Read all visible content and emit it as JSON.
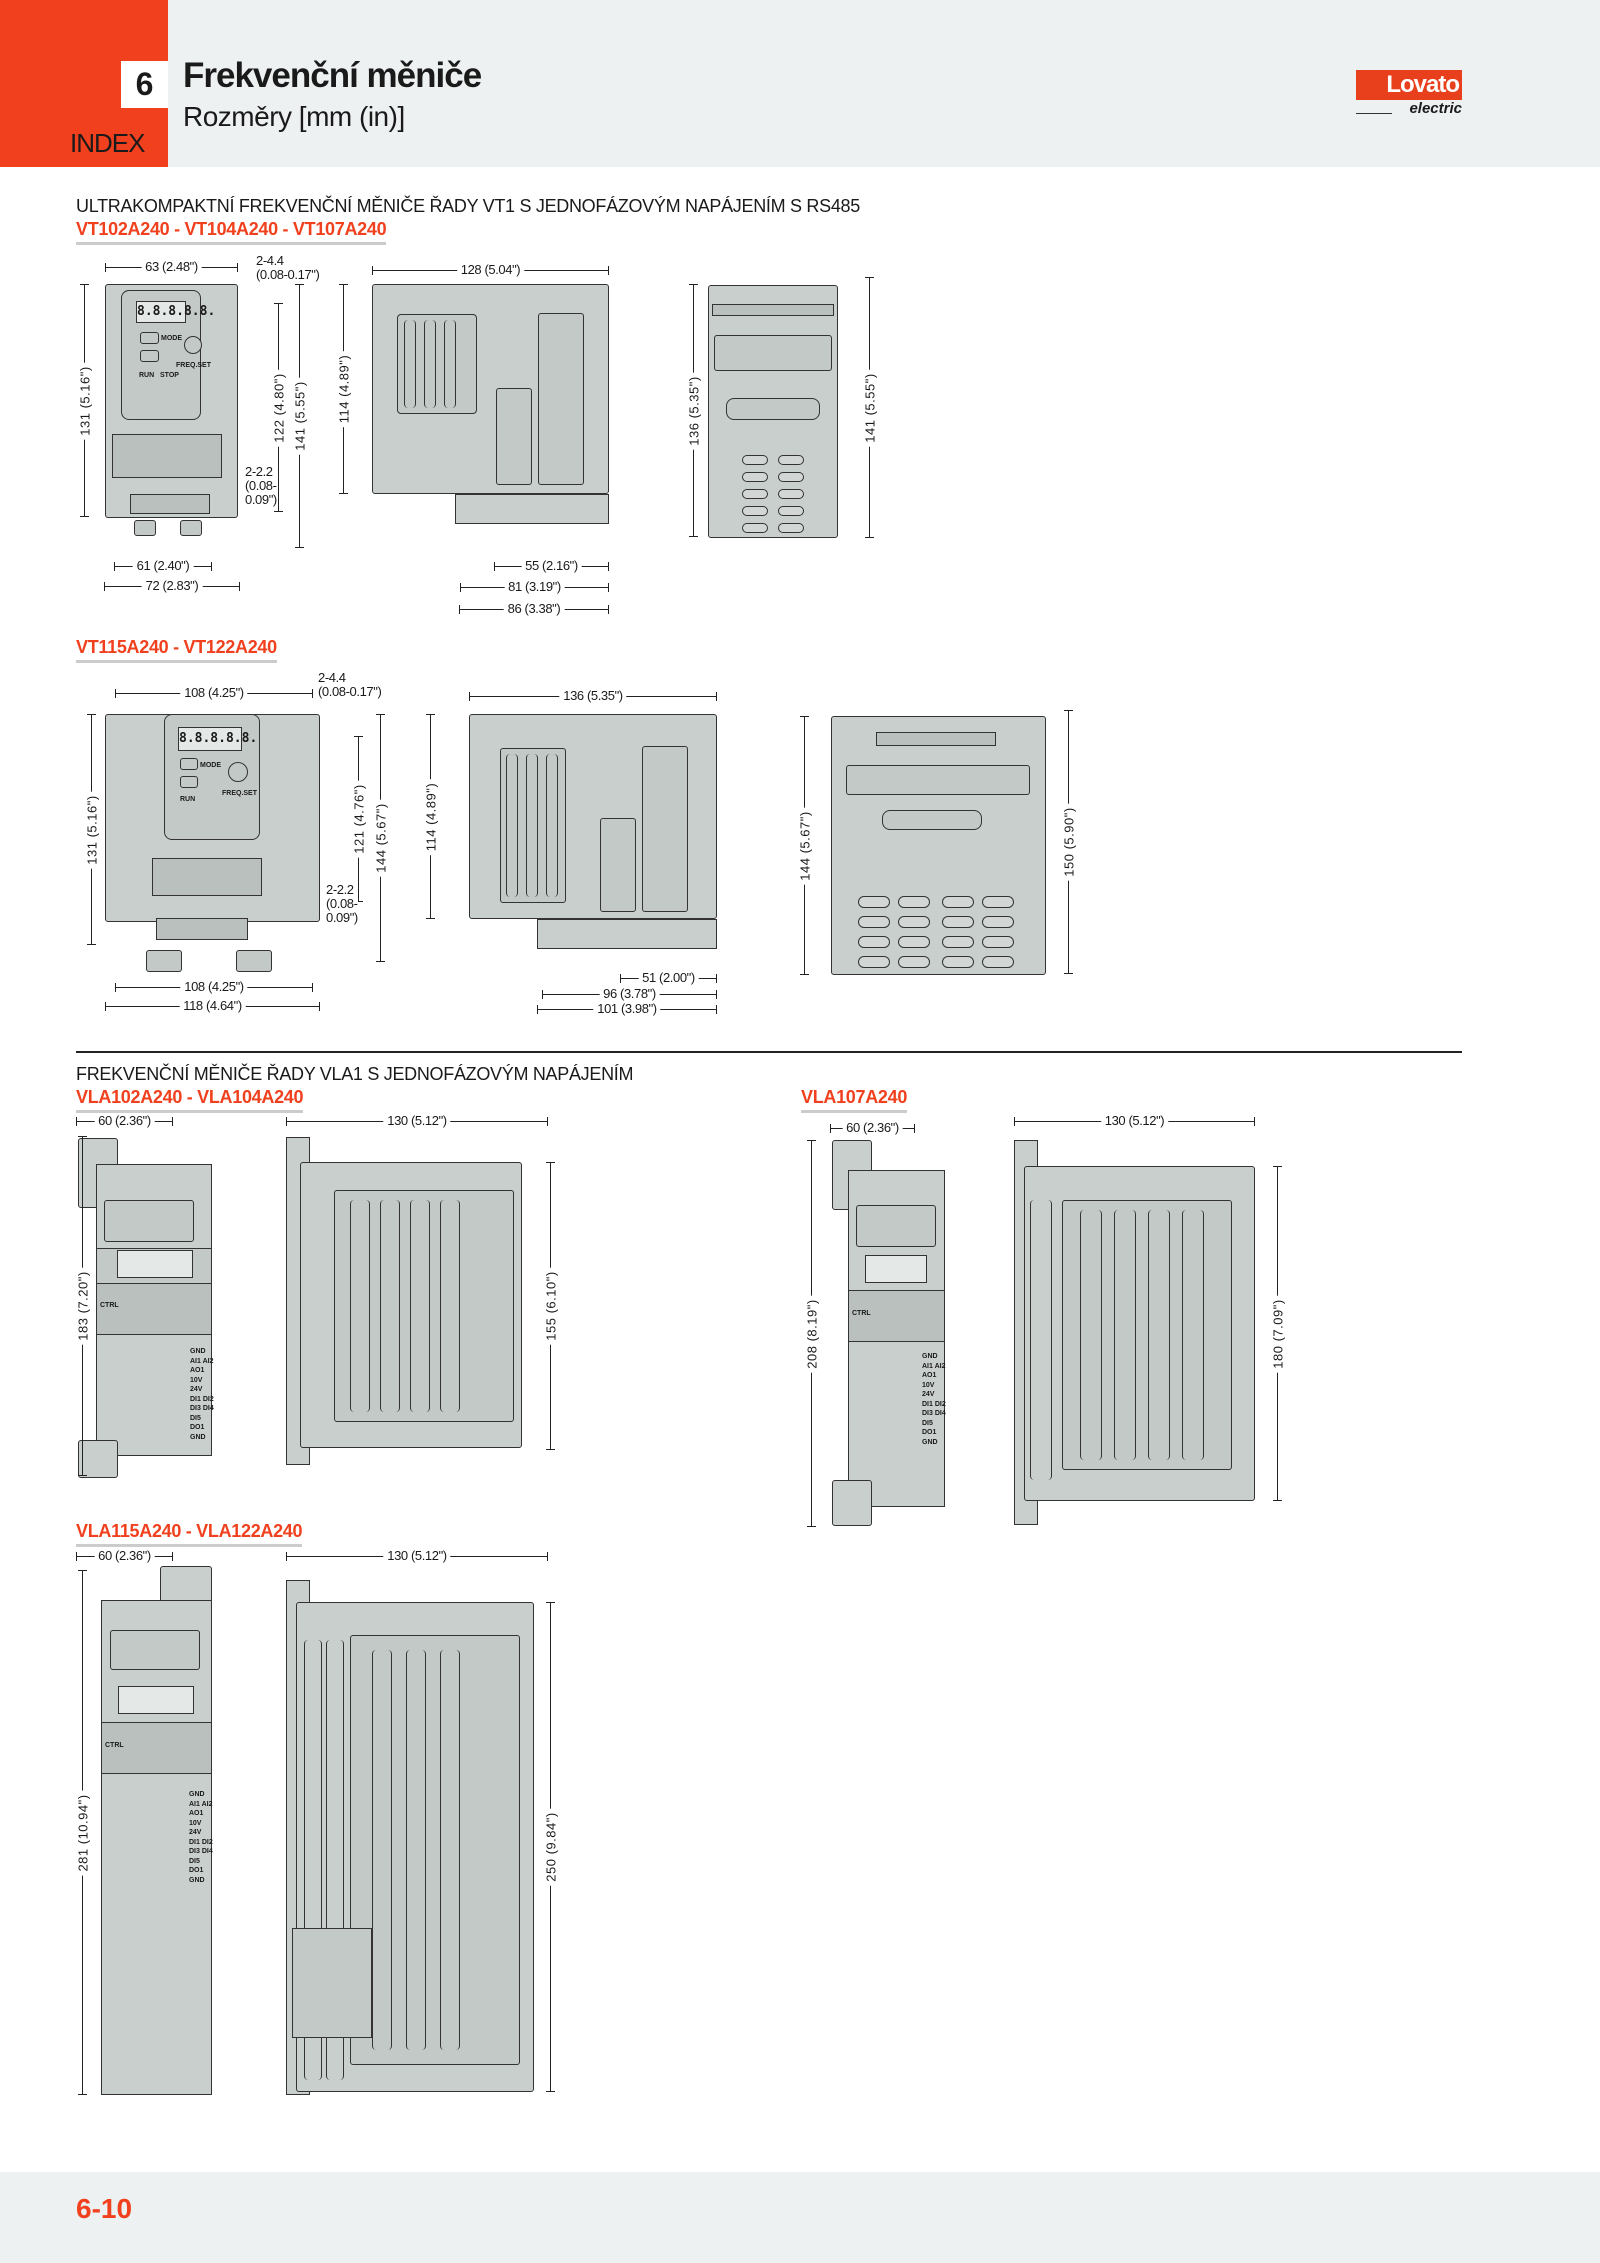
{
  "header": {
    "chapter": "6",
    "title": "Frekvenční měniče",
    "subtitle": "Rozměry [mm (in)]",
    "index_label": "INDEX",
    "logo": {
      "brand": "Lovato",
      "sub": "electric"
    }
  },
  "section_vt1": {
    "heading": "ULTRAKOMPAKTNÍ FREKVENČNÍ MĚNIČE ŘADY VT1 S JEDNOFÁZOVÝM NAPÁJENÍM S RS485",
    "group_a": {
      "models": "VT102A240 - VT104A240 - VT107A240",
      "dims": {
        "front_width": "63 (2.48\")",
        "hole_note_1": "2-4.4",
        "hole_note_2": "(0.08-0.17\")",
        "front_height": "131 (5.16\")",
        "mount_height": "122 (4.80\")",
        "total_height": "141 (5.55\")",
        "slot_note_1": "2-2.2",
        "slot_note_2": "(0.08-",
        "slot_note_3": "0.09\")",
        "mount_width": "61 (2.40\")",
        "total_width": "72 (2.83\")",
        "side_depth": "128 (5.04\")",
        "side_height": "114 (4.89\")",
        "side_d1": "55 (2.16\")",
        "side_d2": "81 (3.19\")",
        "side_d3": "86 (3.38\")",
        "rear_height": "136 (5.35\")",
        "rear_total": "141 (5.55\")"
      }
    },
    "group_b": {
      "models": "VT115A240 - VT122A240",
      "dims": {
        "front_width": "108 (4.25\")",
        "hole_note_1": "2-4.4",
        "hole_note_2": "(0.08-0.17\")",
        "front_height": "131 (5.16\")",
        "mount_height": "121 (4.76\")",
        "total_height": "144 (5.67\")",
        "slot_note_1": "2-2.2",
        "slot_note_2": "(0.08-",
        "slot_note_3": "0.09\")",
        "mount_width": "108 (4.25\")",
        "total_width": "118 (4.64\")",
        "side_depth": "136 (5.35\")",
        "side_height": "114 (4.89\")",
        "side_d1": "51 (2.00\")",
        "side_d2": "96 (3.78\")",
        "side_d3": "101 (3.98\")",
        "rear_height": "144 (5.67\")",
        "rear_total": "150 (5.90\")"
      }
    },
    "keypad": {
      "display": "8.8.8.8.8.",
      "mode": "MODE",
      "run": "RUN",
      "stop": "STOP",
      "freq": "FREQ.SET"
    }
  },
  "section_vla1": {
    "heading": "FREKVENČNÍ MĚNIČE ŘADY VLA1 S JEDNOFÁZOVÝM NAPÁJENÍM",
    "group_a": {
      "models": "VLA102A240 - VLA104A240",
      "dims": {
        "width": "60 (2.36\")",
        "height": "183 (7.20\")",
        "depth": "130 (5.12\")",
        "side_height": "155 (6.10\")"
      }
    },
    "group_b": {
      "models": "VLA107A240",
      "dims": {
        "width": "60 (2.36\")",
        "height": "208 (8.19\")",
        "depth": "130 (5.12\")",
        "side_height": "180 (7.09\")"
      }
    },
    "group_c": {
      "models": "VLA115A240 - VLA122A240",
      "dims": {
        "width": "60 (2.36\")",
        "height": "281 (10.94\")",
        "depth": "130 (5.12\")",
        "side_height": "250 (9.84\")"
      }
    },
    "keypad_ctrl": "CTRL",
    "terminals": "GND AI1 AI2 AO1 10V 24V DI1 DI2 DI3 DI4 DI5 DO1 GND"
  },
  "footer": {
    "page": "6-10"
  },
  "colors": {
    "accent": "#f0401e",
    "band": "#eef1f2",
    "device": "#c9cfcd"
  }
}
